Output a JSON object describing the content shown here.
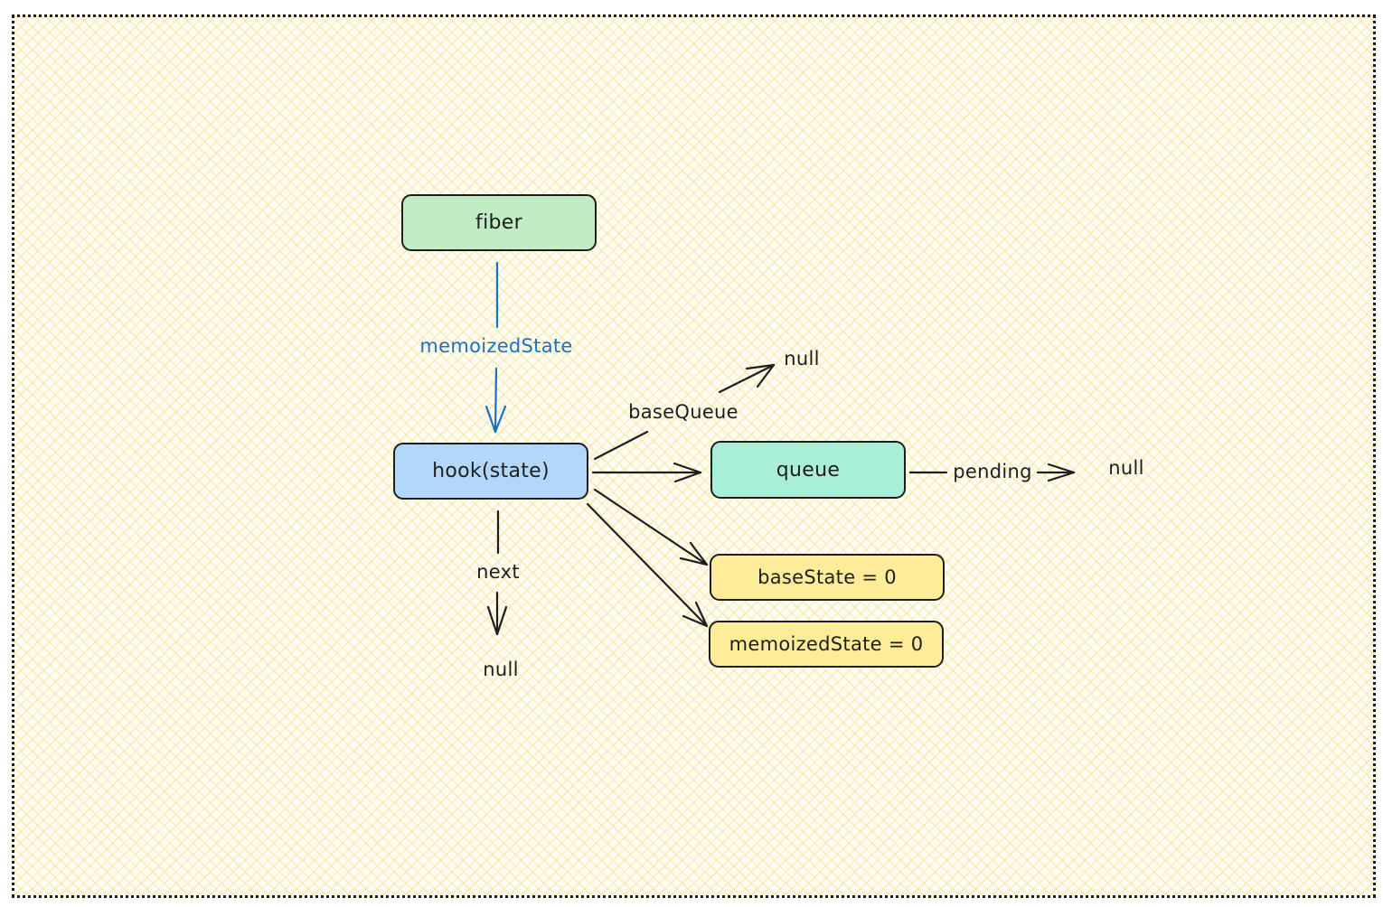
{
  "diagram": {
    "colors": {
      "stroke": "#1e1e1e",
      "accent_blue": "#1971c2",
      "fiber_fill": "#c0edc4",
      "hook_fill": "#b3d7fb",
      "queue_fill": "#a8efd6",
      "state_fill": "#ffec99",
      "frame_hatch": "#f6de8c"
    },
    "nodes": {
      "fiber": "fiber",
      "hook": "hook(state)",
      "queue": "queue",
      "base_state": "baseState = 0",
      "memoized_state": "memoizedState = 0"
    },
    "edges": {
      "fiber_to_hook": "memoizedState",
      "hook_to_base_queue": "baseQueue",
      "hook_to_next": "next",
      "queue_to_pending": "pending"
    },
    "terminals": {
      "base_queue_null": "null",
      "next_null": "null",
      "pending_null": "null"
    }
  }
}
